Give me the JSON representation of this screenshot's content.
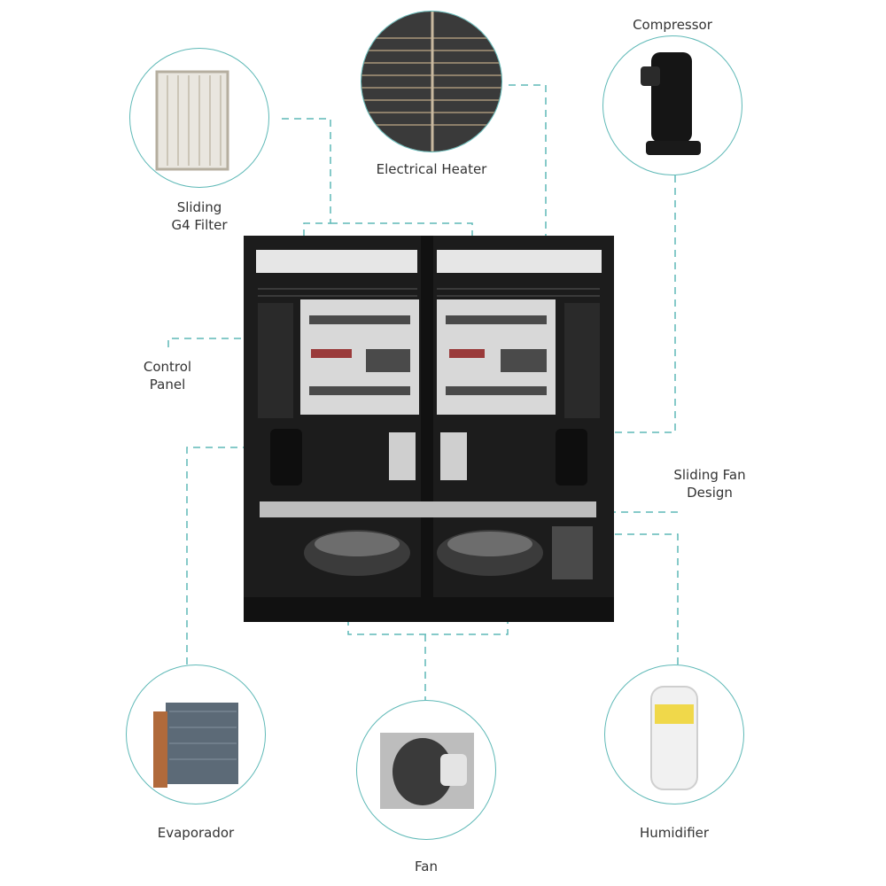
{
  "components": {
    "electrical_heater": "Electrical Heater",
    "compressor": "Compressor",
    "g4_filter": "Sliding\nG4 Filter",
    "control_panel": "Control\nPanel",
    "sliding_fan": "Sliding Fan\nDesign",
    "evaporador": "Evaporador",
    "fan": "Fan",
    "humidifier": "Humidifier"
  },
  "colors": {
    "accent": "#5fb9b7",
    "unit_frame": "#1c1c1c",
    "panel": "#d8d8d8"
  }
}
